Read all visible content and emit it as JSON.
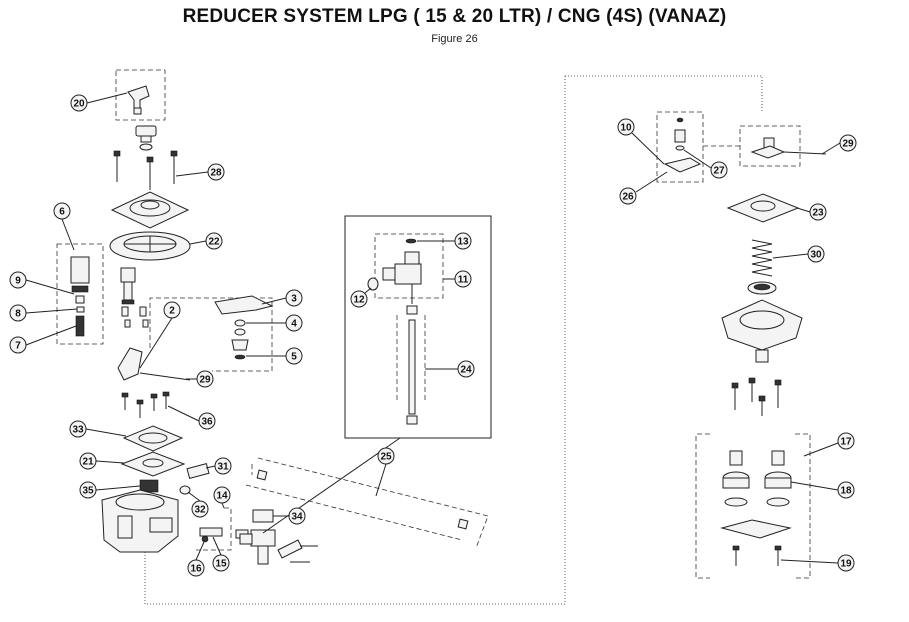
{
  "title": "REDUCER SYSTEM LPG ( 15 & 20 LTR) /  CNG (4S) (VANAZ)",
  "subtitle": "Figure 26",
  "callouts": [
    {
      "id": "c20",
      "label": "20"
    },
    {
      "id": "c28",
      "label": "28"
    },
    {
      "id": "c6",
      "label": "6"
    },
    {
      "id": "c22",
      "label": "22"
    },
    {
      "id": "c9",
      "label": "9"
    },
    {
      "id": "c8",
      "label": "8"
    },
    {
      "id": "c7",
      "label": "7"
    },
    {
      "id": "c2",
      "label": "2"
    },
    {
      "id": "c3",
      "label": "3"
    },
    {
      "id": "c4",
      "label": "4"
    },
    {
      "id": "c5",
      "label": "5"
    },
    {
      "id": "c29a",
      "label": "29"
    },
    {
      "id": "c36",
      "label": "36"
    },
    {
      "id": "c33",
      "label": "33"
    },
    {
      "id": "c21",
      "label": "21"
    },
    {
      "id": "c35",
      "label": "35"
    },
    {
      "id": "c31",
      "label": "31"
    },
    {
      "id": "c32",
      "label": "32"
    },
    {
      "id": "c14",
      "label": "14"
    },
    {
      "id": "c34",
      "label": "34"
    },
    {
      "id": "c16",
      "label": "16"
    },
    {
      "id": "c15",
      "label": "15"
    },
    {
      "id": "c13",
      "label": "13"
    },
    {
      "id": "c11",
      "label": "11"
    },
    {
      "id": "c12",
      "label": "12"
    },
    {
      "id": "c24",
      "label": "24"
    },
    {
      "id": "c25",
      "label": "25"
    },
    {
      "id": "c10",
      "label": "10"
    },
    {
      "id": "c29b",
      "label": "29"
    },
    {
      "id": "c27",
      "label": "27"
    },
    {
      "id": "c26",
      "label": "26"
    },
    {
      "id": "c23",
      "label": "23"
    },
    {
      "id": "c30",
      "label": "30"
    },
    {
      "id": "c17",
      "label": "17"
    },
    {
      "id": "c18",
      "label": "18"
    },
    {
      "id": "c19",
      "label": "19"
    }
  ]
}
